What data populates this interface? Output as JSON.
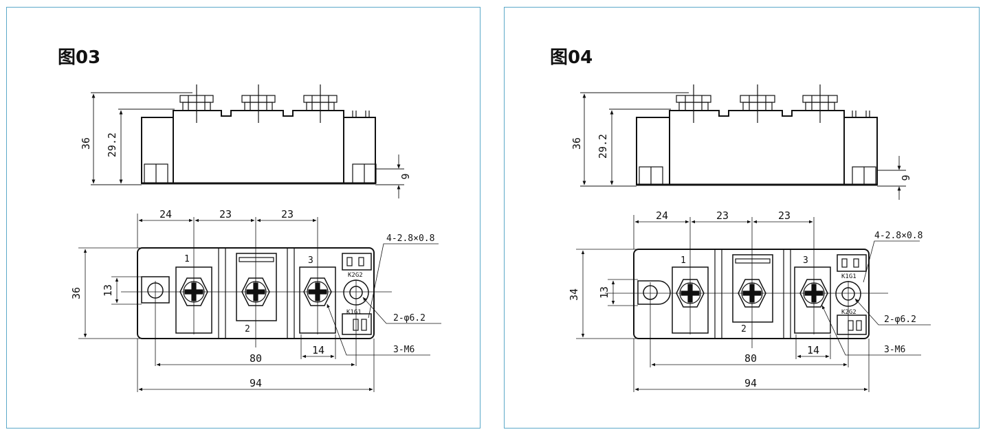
{
  "panels": [
    {
      "title": "图03",
      "dims": {
        "height_total": "36",
        "height_body": "29.2",
        "foot": "6",
        "pitch_1": "24",
        "pitch_2": "23",
        "pitch_3": "23",
        "width_top": "36",
        "mount_h": "13",
        "terminal_w": "14",
        "mount_span": "80",
        "overall": "94"
      },
      "callouts": {
        "pins": "4-2.8×0.8",
        "holes": "2-φ6.2",
        "screws": "3-M6"
      },
      "terminals": {
        "t1": "1",
        "t2": "2",
        "t3": "3"
      },
      "pin_labels": {
        "upper": "K2G2",
        "lower": "K1G1"
      }
    },
    {
      "title": "图04",
      "dims": {
        "height_total": "36",
        "height_body": "29.2",
        "foot": "6",
        "pitch_1": "24",
        "pitch_2": "23",
        "pitch_3": "23",
        "width_top": "34",
        "mount_h": "13",
        "terminal_w": "14",
        "mount_span": "80",
        "overall": "94"
      },
      "callouts": {
        "pins": "4-2.8×0.8",
        "holes": "2-φ6.2",
        "screws": "3-M6"
      },
      "terminals": {
        "t1": "1",
        "t2": "2",
        "t3": "3"
      },
      "pin_labels": {
        "upper": "K1G1",
        "lower": "K2G2"
      }
    }
  ]
}
